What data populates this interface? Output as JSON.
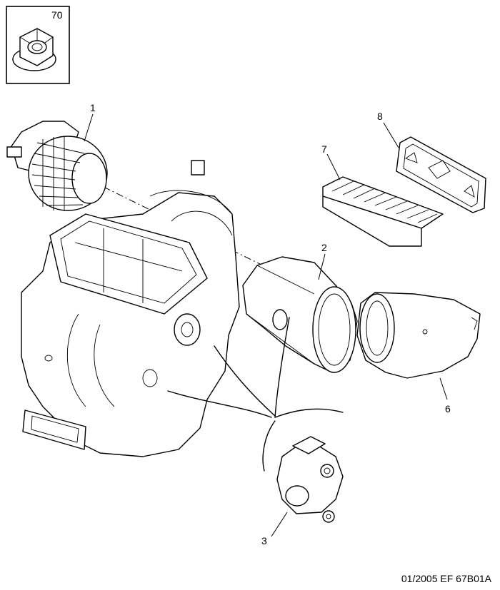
{
  "inset": {
    "label": "70",
    "part": "flange-nut-icon"
  },
  "callouts": {
    "c1": "1",
    "c2": "2",
    "c3": "3",
    "c6": "6",
    "c7": "7",
    "c8": "8"
  },
  "parts": {
    "blower_motor": "blower-fan-icon",
    "heater_unit": "heater-housing-icon",
    "air_duct": "air-intake-duct-icon",
    "actuator": "flap-actuator-icon",
    "inlet_cover": "air-inlet-cover-icon",
    "cabin_filter": "cabin-filter-icon",
    "filter_cover": "filter-cover-plate-icon"
  },
  "footer": {
    "reference": "01/2005   EF 67B01A"
  }
}
